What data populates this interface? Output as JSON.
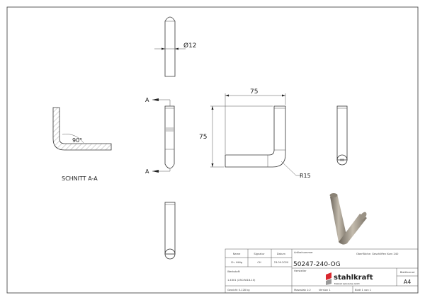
{
  "views": {
    "diameter_label": "Ø12",
    "section_marker": "A",
    "section_title": "SCHNITT A-A",
    "angle_label": "90°",
    "width_dim": "75",
    "height_dim": "75",
    "radius_label": "R15"
  },
  "title_block": {
    "name_header": "Name",
    "signature_header": "Signatur",
    "date_header": "Datum",
    "name_value": "Ch. Hölig",
    "signature_value": "CH",
    "date_value": "23.09.2020",
    "article_label": "Artikelnummer",
    "article_number": "50247-240-OG",
    "surface": "Oberfläche:  Geschliffen Korn 240",
    "material_label": "Werkstoff:",
    "material_value": "1.4301 (X5CrNi18-10)",
    "manufacturer_label": "Hersteller",
    "brand": "stahlkraft",
    "brand_tagline": "Edelstahl Geländerbau GmbH",
    "sheet_format_label": "Blattformat",
    "sheet_format": "A4",
    "weight": "Gewicht 0.128 kg",
    "scale": "Massstab 1:2",
    "version": "Version 1",
    "sheet": "Blatt 1 von 1"
  },
  "colors": {
    "brand_red": "#d9282f",
    "brand_grey": "#9a9a9a"
  }
}
